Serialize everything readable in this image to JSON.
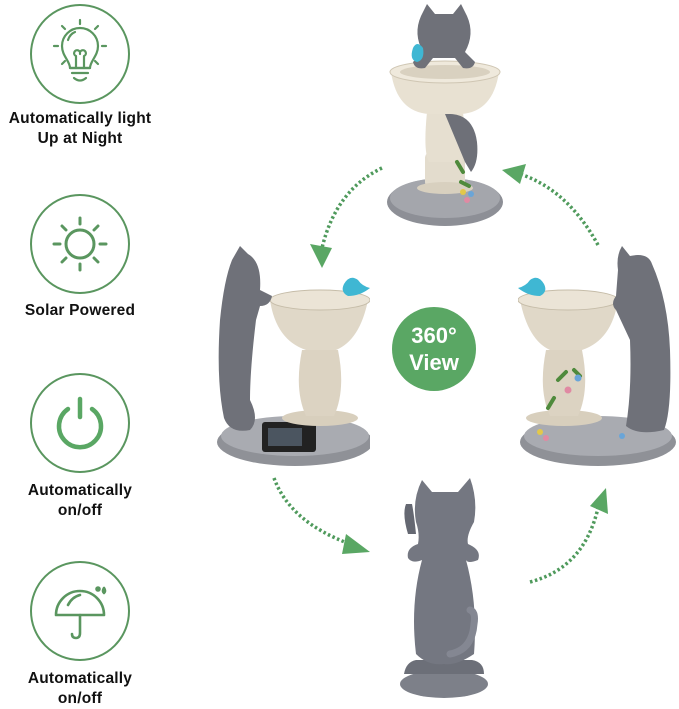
{
  "features": [
    {
      "icon": "light-bulb-icon",
      "label_line1": "Automatically light",
      "label_line2": "Up at Night"
    },
    {
      "icon": "sun-icon",
      "label_line1": "Solar Powered",
      "label_line2": ""
    },
    {
      "icon": "power-icon",
      "label_line1": "Automatically",
      "label_line2": "on/off"
    },
    {
      "icon": "umbrella-rain-icon",
      "label_line1": "Automatically",
      "label_line2": "on/off"
    }
  ],
  "badge": {
    "line1": "360°",
    "line2": "View"
  },
  "product_views": [
    {
      "name": "top-view",
      "description": "Cat peeking over bird bath with blue bird, flowers at base"
    },
    {
      "name": "left-side-view",
      "description": "Cat standing at bird bath, solar panel on base"
    },
    {
      "name": "right-side-view",
      "description": "Cat standing at bird bath with flowers, blue bird on rim"
    },
    {
      "name": "back-view",
      "description": "Rear of cat statue with curled tail"
    }
  ],
  "colors": {
    "accent_green": "#5aa764",
    "icon_green": "#5a965f",
    "text": "#111111",
    "background": "#ffffff"
  }
}
